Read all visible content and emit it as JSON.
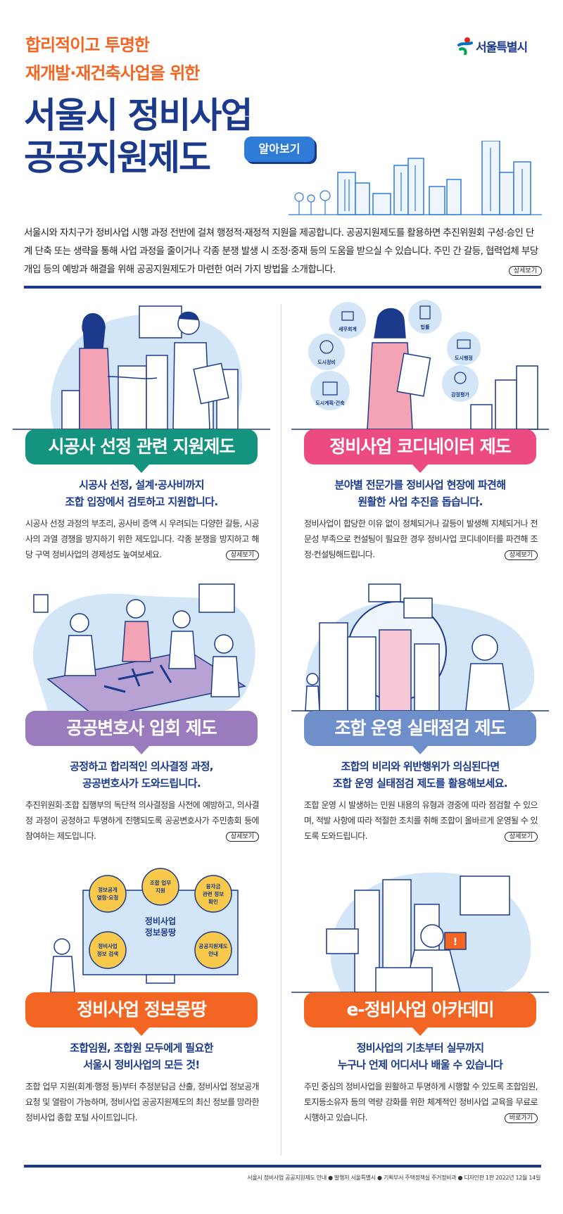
{
  "header": {
    "subtitle_line1": "합리적이고 투명한",
    "subtitle_line2": "재개발·재건축사업을 위한",
    "title_line1": "서울시 정비사업",
    "title_line2": "공공지원제도",
    "badge": "알아보기",
    "logo_text": "서울특별시"
  },
  "intro": {
    "text": "서울시와 자치구가 정비사업 시행 과정 전반에 걸쳐 행정적·재정적 지원을 제공합니다. 공공지원제도를 활용하면 추진위원회 구성·승인 단계 단축 또는 생략을 통해 사업 과정을 줄이거나 각종 분쟁 발생 시 조정·중재 등의 도움을 받으실 수 있습니다. 주민 간 갈등, 협력업체 부당 개입 등의 예방과 해결을 위해 공공지원제도가 마련한 여러 가지 방법을 소개합니다.",
    "link": "상세보기"
  },
  "sections": [
    {
      "banner": "시공사 선정 관련 지원제도",
      "headline_line1": "시공사 선정, 설계·공사비까지",
      "headline_line2": "조합 입장에서 검토하고 지원합니다.",
      "body": "시공사 선정 과정의 부조리, 공사비 증액 시 우려되는 다양한 갈등, 시공사의 과열 경쟁을 방지하기 위한 제도입니다. 각종 분쟁을 방지하고 해당 구역 정비사업의 경제성도 높여보세요.",
      "link": "상세보기",
      "color": "#14937f"
    },
    {
      "banner": "정비사업 코디네이터 제도",
      "headline_line1": "분야별 전문가를 정비사업 현장에 파견해",
      "headline_line2": "원활한 사업 추진을 돕습니다.",
      "body": "정비사업이 합당한 이유 없이 정체되거나 갈등이 발생해 지체되거나 전문성 부족으로 컨설팅이 필요한 경우 정비사업 코디네이터를 파견해 조정·컨설팅해드립니다.",
      "link": "상세보기",
      "color": "#ec4b82",
      "bubbles": [
        "세무회계",
        "법률",
        "도시정비",
        "도시행정",
        "도시계획·건축",
        "감정평가"
      ]
    },
    {
      "banner": "공공변호사 입회 제도",
      "headline_line1": "공정하고 합리적인 의사결정 과정,",
      "headline_line2": "공공변호사가 도와드립니다.",
      "body": "추진위원회·조합 집행부의 독단적 의사결정을 사전에 예방하고, 의사결정 과정이 공정하고 투명하게 진행되도록 공공변호사가 주민총회 등에 참여하는 제도입니다.",
      "link": "상세보기",
      "color": "#9a7bbd"
    },
    {
      "banner": "조합 운영 실태점검 제도",
      "headline_line1": "조합의 비리와 위반행위가 의심된다면",
      "headline_line2": "조합 운영 실태점검 제도를 활용해보세요.",
      "body": "조합 운영 시 발생하는 민원 내용의 유형과 경중에 따라 점검할 수 있으며, 적발 사항에 따라 적절한 조치를 취해 조합이 올바르게 운영될 수 있도록 도와드립니다.",
      "link": "상세보기",
      "color": "#6f8fcb"
    },
    {
      "banner": "정비사업 정보몽땅",
      "headline_line1": "조합임원, 조합원 모두에게 필요한",
      "headline_line2": "서울시 정비사업의 모든 것!",
      "body": "조합 업무 지원(회계·행정 등)부터 추정분담금 산출, 정비사업 정보공개 요청 및 열람이 가능하며, 정비사업 공공지원제도의 최신 정보를 망라한 정비사업 종합 포털 사이트입니다.",
      "link": "상세보기",
      "color": "#f26522",
      "center_label_line1": "정비사업",
      "center_label_line2": "정보몽땅",
      "circles": [
        {
          "l1": "정보공개",
          "l2": "열람·요청"
        },
        {
          "l1": "조합 업무",
          "l2": "지원"
        },
        {
          "l1": "융자금",
          "l2": "관련 정보",
          "l3": "확인"
        },
        {
          "l1": "정비사업",
          "l2": "정보 검색"
        },
        {
          "l1": "공공지원제도",
          "l2": "안내"
        }
      ]
    },
    {
      "banner": "e-정비사업 아카데미",
      "headline_line1": "정비사업의 기초부터 실무까지",
      "headline_line2": "누구나 언제 어디서나 배울 수 있습니다",
      "body": "주민 중심의 정비사업을 원활하고 투명하게 시행할 수 있도록 조합임원, 토지등소유자 등의 역량 강화를 위한 체계적인 정비사업 교육을 무료로 시행하고 있습니다.",
      "link": "바로가기",
      "color": "#f26522"
    }
  ],
  "footer": {
    "text": "서울시 정비사업 공공지원제도 안내 ● 발행처 서울특별시 ● 기획부서 주택정책실 주거정비과 ● 디자인판 1판 2022년 12월 14일"
  },
  "colors": {
    "navy": "#1c3a8c",
    "orange": "#f26522",
    "light_blue_bg": "#d3e6f8"
  }
}
